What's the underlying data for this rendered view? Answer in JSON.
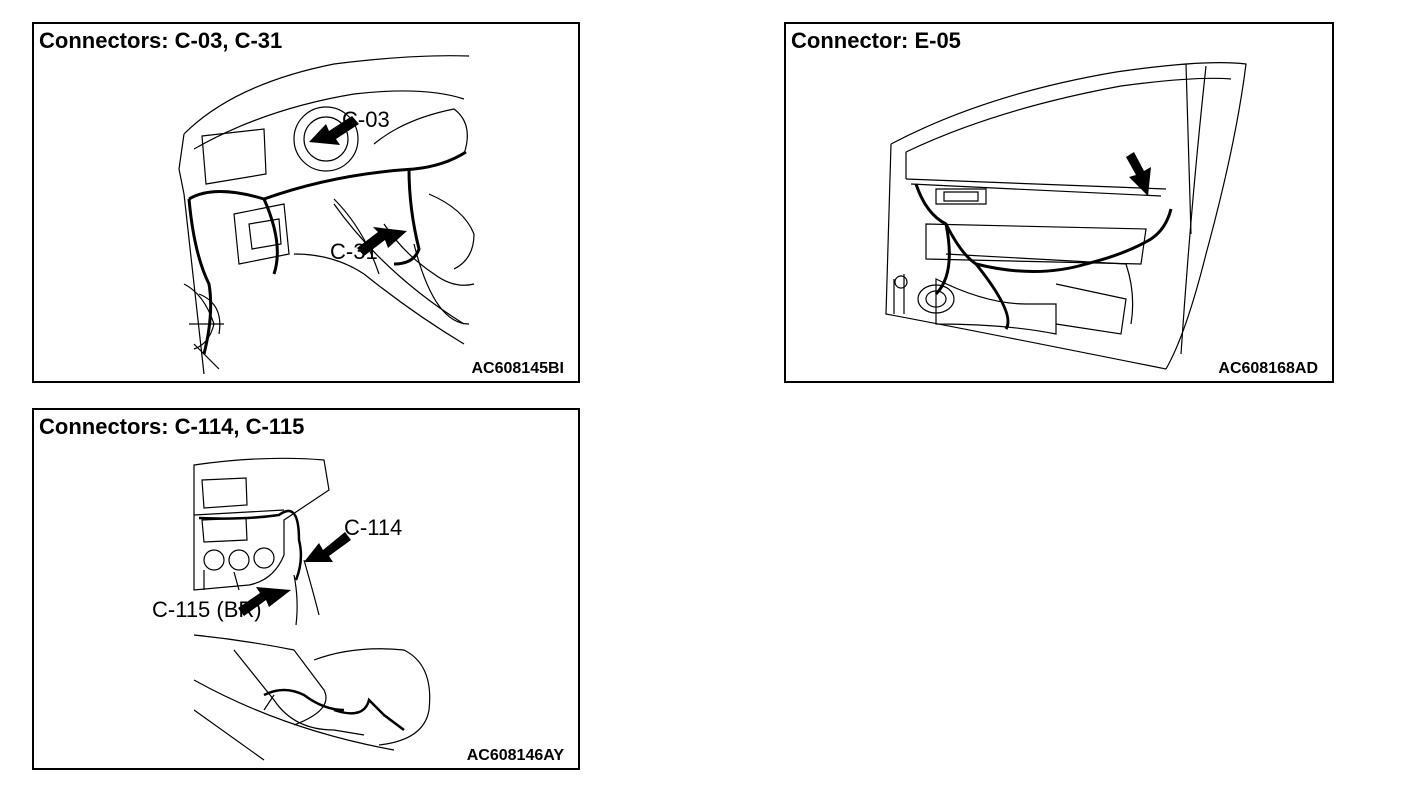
{
  "panels": [
    {
      "title": "Connectors: C-03, C-31",
      "code": "AC608145BI",
      "callouts": [
        "C-03",
        "C-31"
      ]
    },
    {
      "title": "Connector: E-05",
      "code": "AC608168AD",
      "callouts": []
    },
    {
      "title": "Connectors: C-114, C-115",
      "code": "AC608146AY",
      "callouts": [
        "C-114",
        "C-115 (BR)"
      ]
    }
  ]
}
